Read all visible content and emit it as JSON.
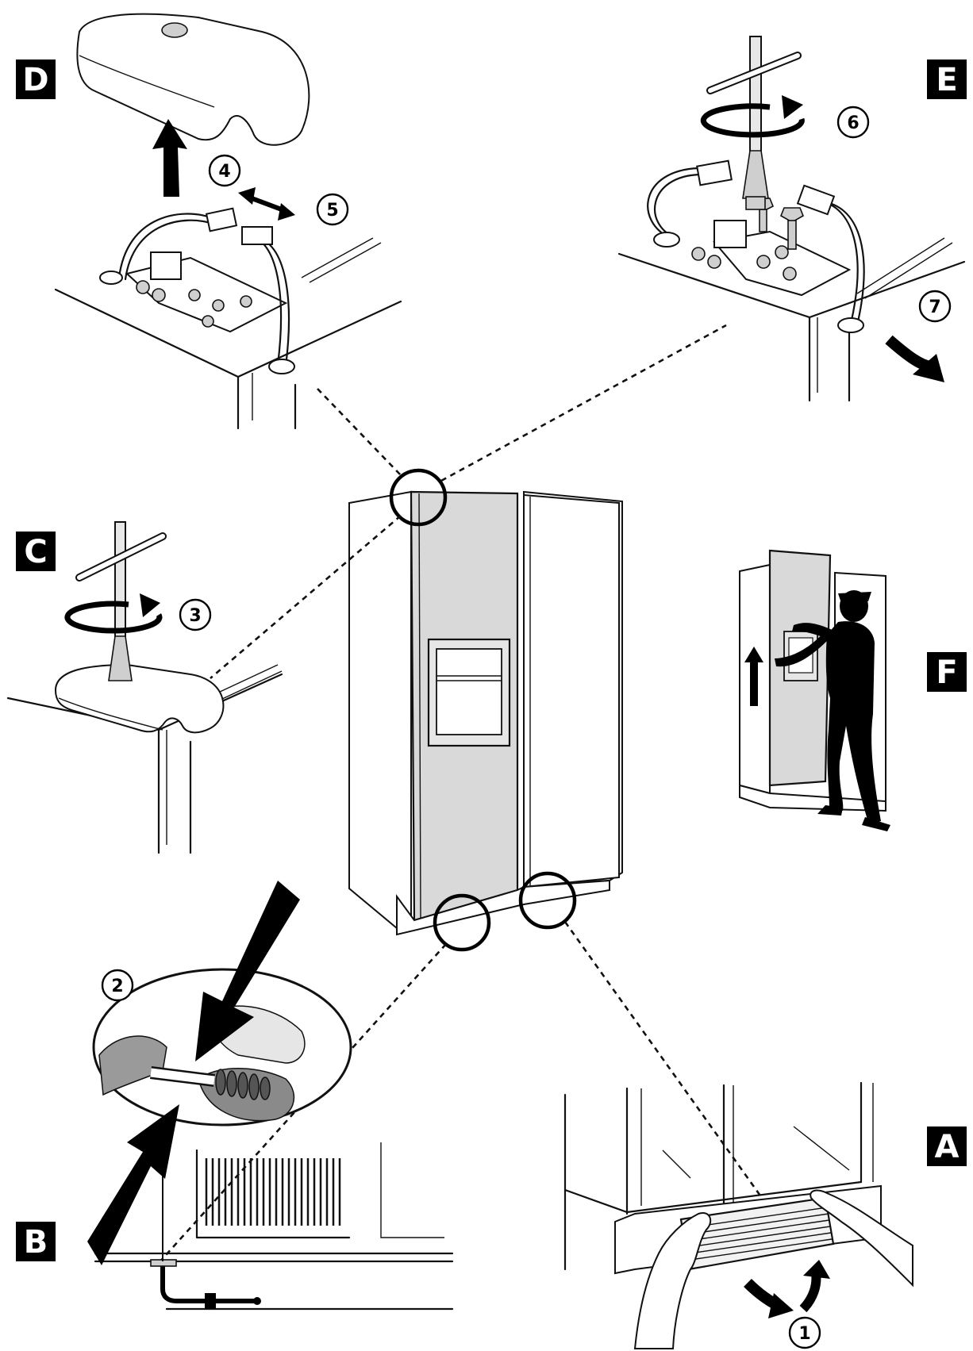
{
  "panels": [
    {
      "key": "A",
      "label": "A"
    },
    {
      "key": "B",
      "label": "B"
    },
    {
      "key": "C",
      "label": "C"
    },
    {
      "key": "D",
      "label": "D"
    },
    {
      "key": "E",
      "label": "E"
    },
    {
      "key": "F",
      "label": "F"
    }
  ],
  "steps": [
    "1",
    "2",
    "3",
    "4",
    "5",
    "6",
    "7"
  ],
  "icons": {
    "fridge": "side-by-side-refrigerator",
    "wrench": "t-handle-socket-wrench",
    "rotate": "rotation-arrow-icon",
    "lift": "up-arrow-icon",
    "disconnect": "double-arrow-icon"
  }
}
